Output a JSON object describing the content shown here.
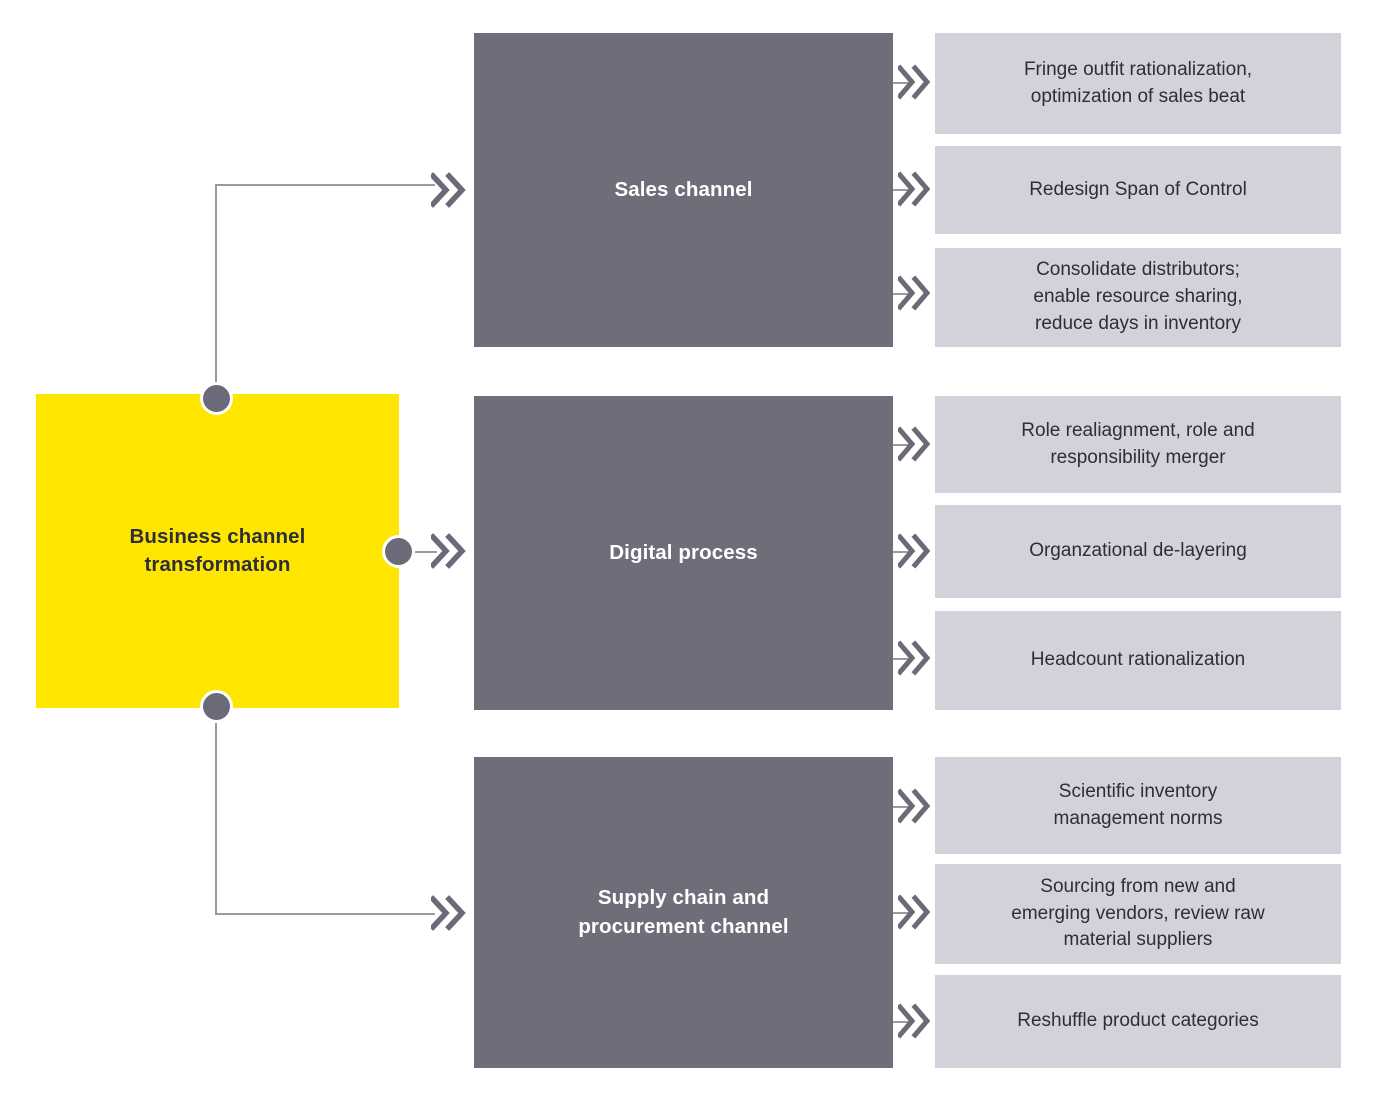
{
  "diagram": {
    "title": "Business channel transformation",
    "colors": {
      "hub": "#FFE600",
      "category": "#6E6E7B",
      "initiative": "#D2D2DA",
      "connector": "#9A9AA6",
      "dot": "#6A6A78",
      "dark_text": "#2E2E38",
      "light_text": "#FFFFFF"
    },
    "hub": {
      "label": "Business channel\ntransformation"
    },
    "branches": [
      {
        "id": "sales-channel",
        "category": "Sales channel",
        "initiatives": [
          "Fringe outfit rationalization,\noptimization of sales beat",
          "Redesign Span of Control",
          "Consolidate distributors;\nenable resource sharing,\nreduce days in inventory"
        ]
      },
      {
        "id": "digital-process",
        "category": "Digital process",
        "initiatives": [
          "Role realiagnment, role and\nresponsibility merger",
          "Organzational de-layering",
          "Headcount rationalization"
        ]
      },
      {
        "id": "supply-chain-and-procurement-channel",
        "category": "Supply chain and\nprocurement channel",
        "initiatives": [
          "Scientific inventory\nmanagement norms",
          "Sourcing from new and\nemerging vendors, review raw\nmaterial suppliers",
          "Reshuffle product categories"
        ]
      }
    ],
    "icons": {
      "chevron": "double-chevron-right-icon",
      "node": "connector-dot-icon"
    }
  }
}
